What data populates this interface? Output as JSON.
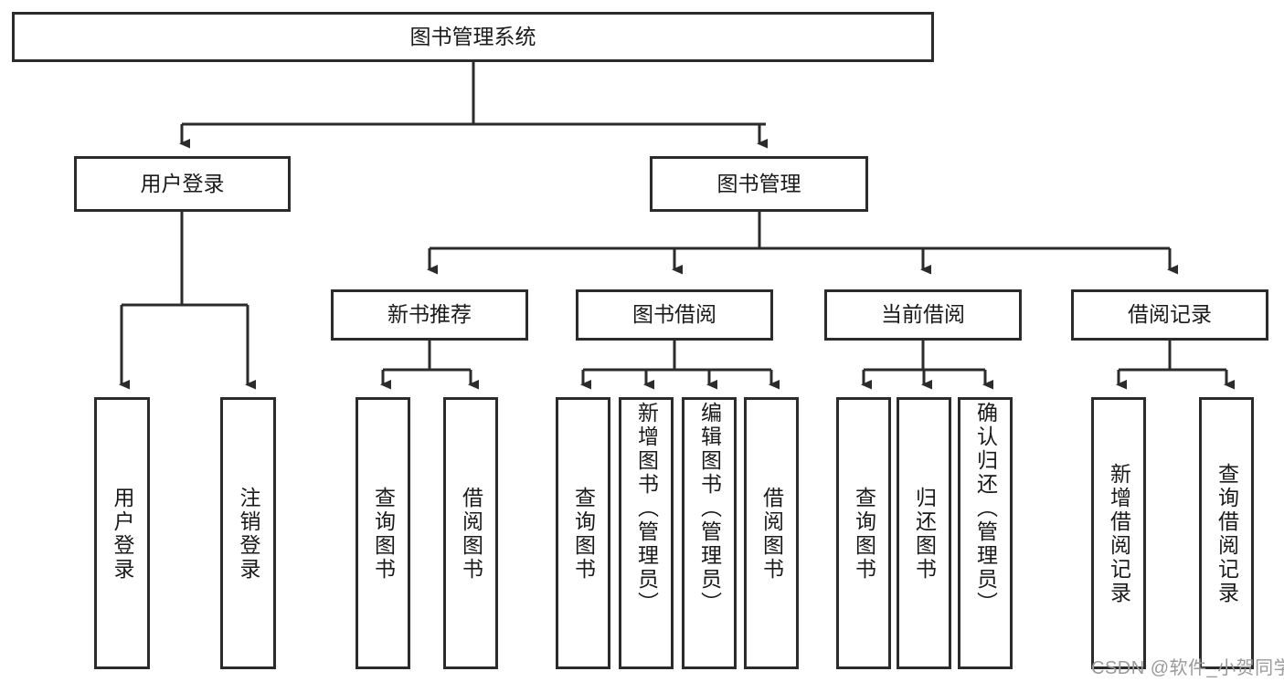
{
  "diagram": {
    "type": "tree-hierarchy",
    "title": "图书管理系统",
    "root": {
      "id": "root",
      "label": "图书管理系统"
    },
    "level2": [
      {
        "id": "user-login",
        "label": "用户登录"
      },
      {
        "id": "book-management",
        "label": "图书管理"
      }
    ],
    "level3": [
      {
        "id": "new-book-recommend",
        "label": "新书推荐",
        "parent": "book-management"
      },
      {
        "id": "book-borrow",
        "label": "图书借阅",
        "parent": "book-management"
      },
      {
        "id": "current-borrow",
        "label": "当前借阅",
        "parent": "book-management"
      },
      {
        "id": "borrow-record",
        "label": "借阅记录",
        "parent": "book-management"
      }
    ],
    "leaves": [
      {
        "id": "leaf-user-login",
        "label": "用户登录",
        "parent": "user-login"
      },
      {
        "id": "leaf-user-logout",
        "label": "注销登录",
        "parent": "user-login"
      },
      {
        "id": "leaf-query-book-1",
        "label": "查询图书",
        "parent": "new-book-recommend"
      },
      {
        "id": "leaf-borrow-book-1",
        "label": "借阅图书",
        "parent": "new-book-recommend"
      },
      {
        "id": "leaf-query-book-2",
        "label": "查询图书",
        "parent": "book-borrow"
      },
      {
        "id": "leaf-add-book",
        "label": "新增图书（管理员）",
        "parent": "book-borrow"
      },
      {
        "id": "leaf-edit-book",
        "label": "编辑图书（管理员）",
        "parent": "book-borrow"
      },
      {
        "id": "leaf-borrow-book-2",
        "label": "借阅图书",
        "parent": "book-borrow"
      },
      {
        "id": "leaf-query-book-3",
        "label": "查询图书",
        "parent": "current-borrow"
      },
      {
        "id": "leaf-return-book",
        "label": "归还图书",
        "parent": "current-borrow"
      },
      {
        "id": "leaf-confirm-return",
        "label": "确认归还（管理员）",
        "parent": "current-borrow"
      },
      {
        "id": "leaf-add-record",
        "label": "新增借阅记录",
        "parent": "borrow-record"
      },
      {
        "id": "leaf-query-record",
        "label": "查询借阅记录",
        "parent": "borrow-record"
      }
    ],
    "watermark": "CSDN @软件_小贺同学",
    "colors": {
      "border": "#2b2b2b",
      "fill": "#ffffff",
      "text": "#1a1a1a",
      "connector": "#2b2b2b",
      "watermark": "#9a9a9a"
    }
  }
}
